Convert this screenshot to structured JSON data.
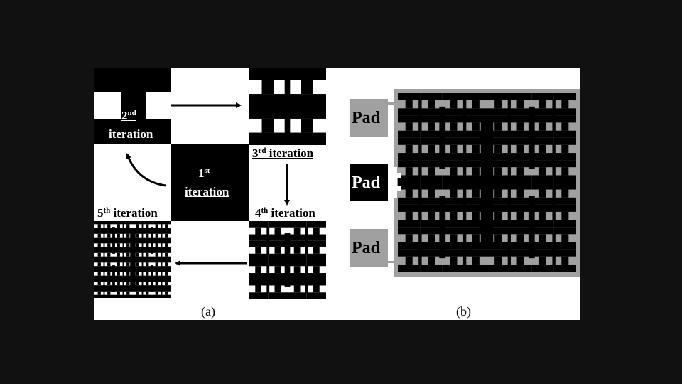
{
  "panel_a": {
    "caption": "(a)",
    "iterations": [
      {
        "num": "1",
        "suffix": "st",
        "word": "iteration"
      },
      {
        "num": "2",
        "suffix": "nd",
        "word": "iteration"
      },
      {
        "num": "3",
        "suffix": "rd",
        "word": "iteration"
      },
      {
        "num": "4",
        "suffix": "th",
        "word": "iteration"
      },
      {
        "num": "5",
        "suffix": "th",
        "word": "iteration"
      }
    ]
  },
  "panel_b": {
    "caption": "(b)",
    "pads": [
      "Pad",
      "Pad",
      "Pad"
    ]
  },
  "colors": {
    "background": "#111111",
    "figure": "#ffffff",
    "metal": "#000000",
    "substrate": "#a0a0a0"
  }
}
